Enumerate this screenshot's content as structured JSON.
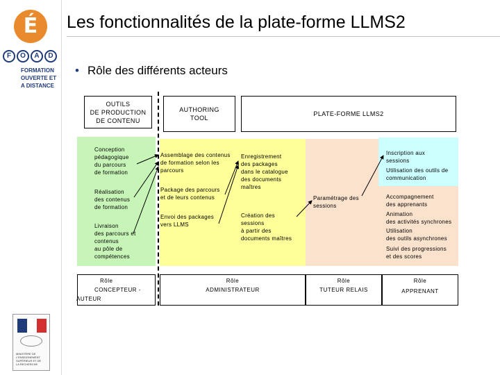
{
  "title": "Les fonctionnalités de la plate-forme LLMS2",
  "bullet": "Rôle des différents acteurs",
  "sidebar": {
    "logo_letter": "É",
    "foad_letters": [
      "F",
      "O",
      "A",
      "D"
    ],
    "foad_lines": [
      "FORMATION",
      "OUVERTE ET",
      "A DISTANCE"
    ],
    "ministry_lines": [
      "MINISTÈRE DE",
      "L'ENSEIGNEMENT",
      "SUPÉRIEUR ET DE",
      "LA RECHERCHE"
    ]
  },
  "headers": {
    "outils": [
      "OUTILS",
      "DE PRODUCTION",
      "DE CONTENU"
    ],
    "authoring": [
      "AUTHORING",
      "TOOL"
    ],
    "plateforme": "PLATE-FORME LLMS2"
  },
  "concepteur_tasks": [
    [
      "Conception",
      "pédagogique",
      "du parcours",
      "de formation"
    ],
    [
      "Réalisation",
      "des contenus",
      "de formation"
    ],
    [
      "Livraison",
      "des parcours et",
      "contenus",
      "au pôle de",
      "compétences"
    ]
  ],
  "authoring_tasks": [
    [
      "Assemblage des contenus",
      "de formation selon les",
      "parcours"
    ],
    [
      "Package des parcours",
      "et de leurs contenus"
    ],
    [
      "Envoi des packages",
      "vers LLMS"
    ]
  ],
  "admin_tasks": [
    [
      "Enregistrement",
      "des packages",
      "dans le catalogue",
      "des documents",
      "maîtres"
    ],
    [
      "Création des",
      "sessions",
      "à partir des",
      "documents maîtres"
    ]
  ],
  "tuteur_tasks": [
    [
      "Paramétrage des",
      "sessions"
    ]
  ],
  "apprenant_tasks": [
    [
      "Inscription aux",
      "sessions"
    ],
    [
      "Utilisation des outils de",
      "communication"
    ],
    [
      "Accompagnement",
      "des apprenants"
    ],
    [
      "Animation",
      "des activités synchrones"
    ],
    [
      "Utilisation",
      "des outils asynchrones"
    ],
    [
      "Suivi des progressions",
      "et des scores"
    ]
  ],
  "roles": {
    "concepteur": [
      "Rôle",
      "CONCEPTEUR -",
      "AUTEUR"
    ],
    "administrateur": [
      "Rôle",
      "ADMINISTRATEUR"
    ],
    "tuteur": [
      "Rôle",
      "TUTEUR RELAIS"
    ],
    "apprenant": [
      "Rôle",
      "APPRENANT"
    ]
  },
  "colors": {
    "concepteur_zone": "#c7f5b8",
    "admin_zone": "#ffff99",
    "tuteur_zone": "#fbe2cd",
    "apprenant_zone": "#ccffff",
    "logo_orange": "#e98a2c",
    "foad_blue": "#1f3b7a"
  }
}
